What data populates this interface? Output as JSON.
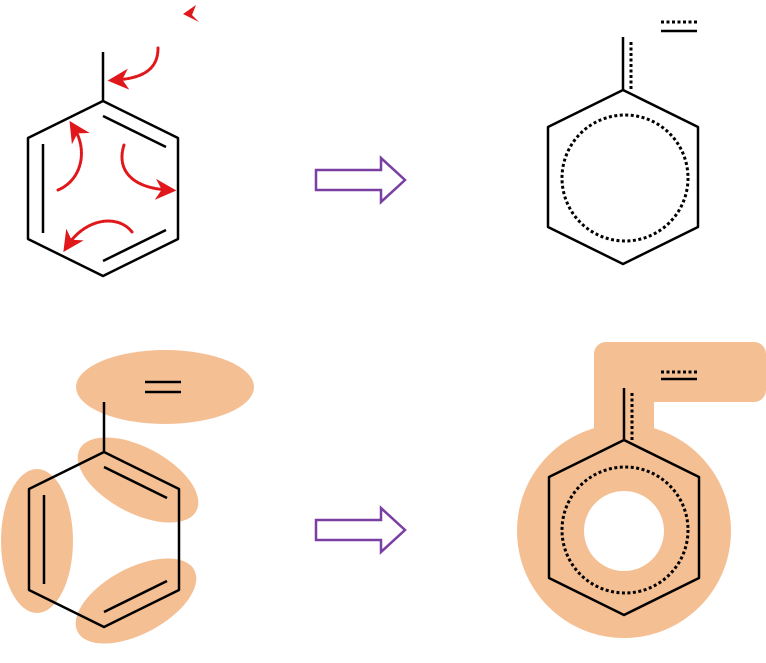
{
  "colors": {
    "bond": "#000000",
    "curly_arrow": "#e0171b",
    "reaction_arrow": "#7a3fa3",
    "highlight": "#f5bf94",
    "background": "#ffffff"
  },
  "panels": [
    {
      "name": "curly-arrow-mechanism",
      "description_icon": "benzene-with-vinyl-curly-arrows-icon"
    },
    {
      "name": "delocalized-resonance-hybrid",
      "description_icon": "benzene-circle-with-dotted-vinyl-icon"
    },
    {
      "name": "highlighted-localized-pi-bonds",
      "description_icon": "benzene-highlighted-pi-bonds-icon"
    },
    {
      "name": "highlighted-delocalized-system",
      "description_icon": "benzene-highlighted-delocalized-icon"
    }
  ],
  "arrows": [
    {
      "name": "reaction-arrow-top",
      "icon": "hollow-right-arrow-icon"
    },
    {
      "name": "reaction-arrow-bottom",
      "icon": "hollow-right-arrow-icon"
    }
  ]
}
